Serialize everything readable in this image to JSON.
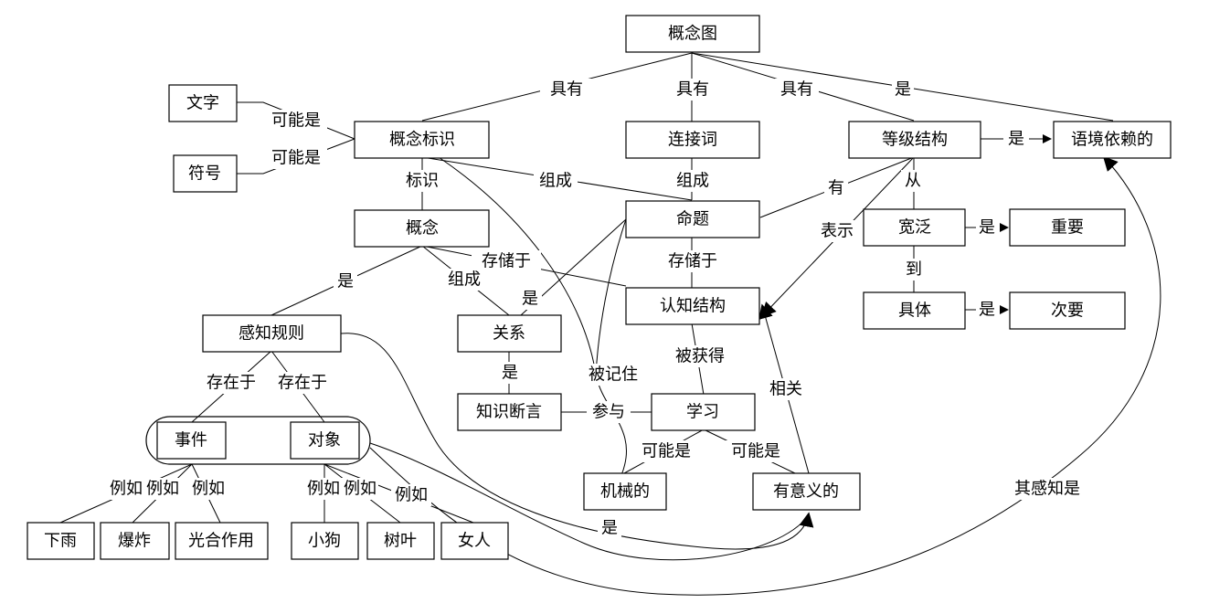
{
  "nodes": {
    "concept_map": "概念图",
    "text": "文字",
    "symbol": "符号",
    "concept_label": "概念标识",
    "linking_word": "连接词",
    "hierarchy": "等级结构",
    "context_dependent": "语境依赖的",
    "concept": "概念",
    "proposition": "命题",
    "broad": "宽泛",
    "important": "重要",
    "cognitive_structure": "认知结构",
    "specific": "具体",
    "secondary": "次要",
    "perceived_regularity": "感知规则",
    "relation": "关系",
    "knowledge_claim": "知识断言",
    "learning": "学习",
    "event": "事件",
    "object": "对象",
    "rote": "机械的",
    "meaningful": "有意义的",
    "rain": "下雨",
    "explosion": "爆炸",
    "photosynthesis": "光合作用",
    "puppy": "小狗",
    "leaf": "树叶",
    "woman": "女人"
  },
  "edge_labels": {
    "has": "具有",
    "is": "是",
    "may_be": "可能是",
    "labels": "标识",
    "composes": "组成",
    "has_one": "有",
    "from": "从",
    "to": "到",
    "represents": "表示",
    "stored_in": "存储于",
    "memorized": "被记住",
    "acquired_by": "被获得",
    "related": "相关",
    "participates": "参与",
    "exists_in": "存在于",
    "for_example": "例如",
    "perceived_as": "其感知是"
  }
}
